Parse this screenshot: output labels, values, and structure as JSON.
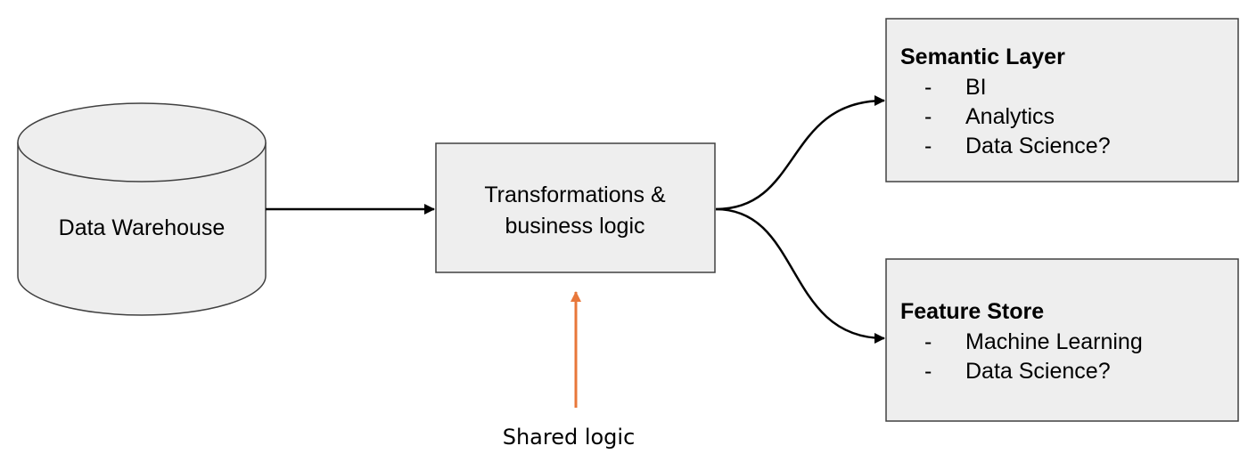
{
  "nodes": {
    "warehouse": {
      "label": "Data Warehouse"
    },
    "transform": {
      "line1": "Transformations &",
      "line2": "business logic"
    },
    "semantic": {
      "title": "Semantic Layer",
      "items": [
        {
          "dash": "-",
          "text": "BI"
        },
        {
          "dash": "-",
          "text": "Analytics"
        },
        {
          "dash": "-",
          "text": "Data Science?"
        }
      ]
    },
    "feature": {
      "title": "Feature Store",
      "items": [
        {
          "dash": "-",
          "text": "Machine Learning"
        },
        {
          "dash": "-",
          "text": "Data Science?"
        }
      ]
    }
  },
  "annotation": {
    "label": "Shared logic"
  },
  "colors": {
    "box_fill": "#eeeeee",
    "box_stroke": "#404040",
    "arrow": "#000000",
    "shared_arrow": "#e8773a"
  }
}
